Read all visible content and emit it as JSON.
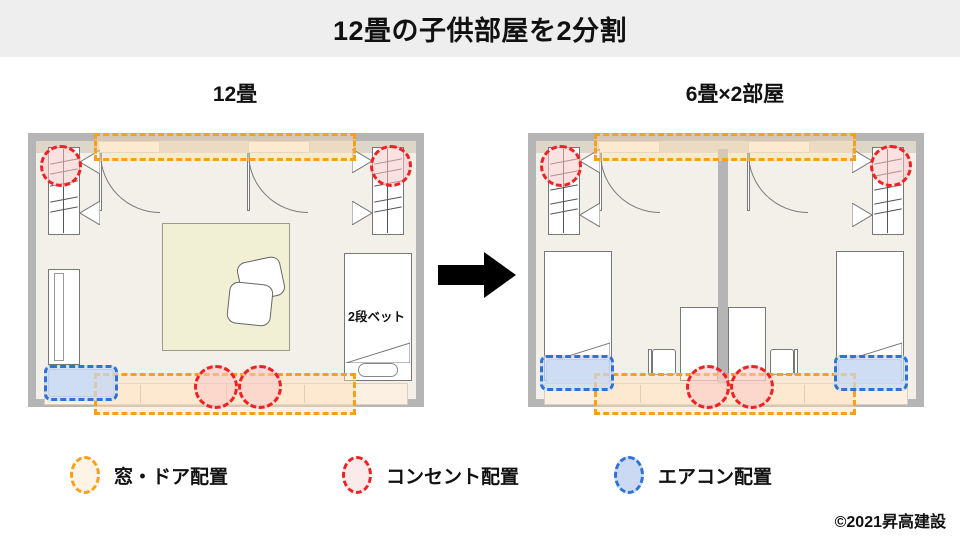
{
  "header": {
    "title": "12畳の子供部屋を2分割"
  },
  "plans": {
    "left": {
      "subtitle": "12畳",
      "furniture_label": "2段ベット"
    },
    "right": {
      "subtitle": "6畳×2部屋"
    }
  },
  "arrow": {
    "name": "transformation-arrow",
    "direction": "right",
    "color": "#000000"
  },
  "legend": [
    {
      "label": "窓・ドア配置",
      "color": "#f8a01c",
      "fill": "#fdf3e6",
      "icon": "dashed-ellipse-icon"
    },
    {
      "label": "コンセント配置",
      "color": "#ee2222",
      "fill": "#fbeaea",
      "icon": "dashed-ellipse-icon"
    },
    {
      "label": "エアコン配置",
      "color": "#2f72d6",
      "fill": "#cbd9f2",
      "icon": "dashed-ellipse-icon"
    }
  ],
  "footer": {
    "copyright": "©2021昇高建設"
  },
  "colors": {
    "header_band": "#eeeeee",
    "page_background": "#ffffff",
    "wall": "#b5b5b5",
    "floor": "#f3f0ea",
    "rug": "#f2f0d4",
    "window_band": "#fbf0e2",
    "marker_window_door": "#f8a01c",
    "marker_outlet": "#ee2222",
    "marker_aircon": "#2f72d6",
    "text": "#111111"
  }
}
